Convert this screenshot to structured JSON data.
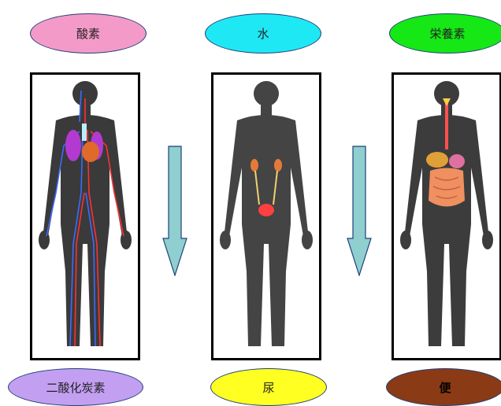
{
  "top_labels": [
    {
      "text": "酸素",
      "color": "#f49ac8"
    },
    {
      "text": "水",
      "color": "#1fe8f5"
    },
    {
      "text": "栄養素",
      "color": "#15e815"
    }
  ],
  "bottom_labels": [
    {
      "text": "二酸化炭素",
      "color": "#c39ff2"
    },
    {
      "text": "尿",
      "color": "#ffff22"
    },
    {
      "text": "便",
      "color": "#8b3a16",
      "text_color": "#000000"
    }
  ],
  "panels": [
    {
      "system": "circulatory-respiratory"
    },
    {
      "system": "urinary"
    },
    {
      "system": "digestive"
    }
  ],
  "arrow_color": "#8fcfcf"
}
